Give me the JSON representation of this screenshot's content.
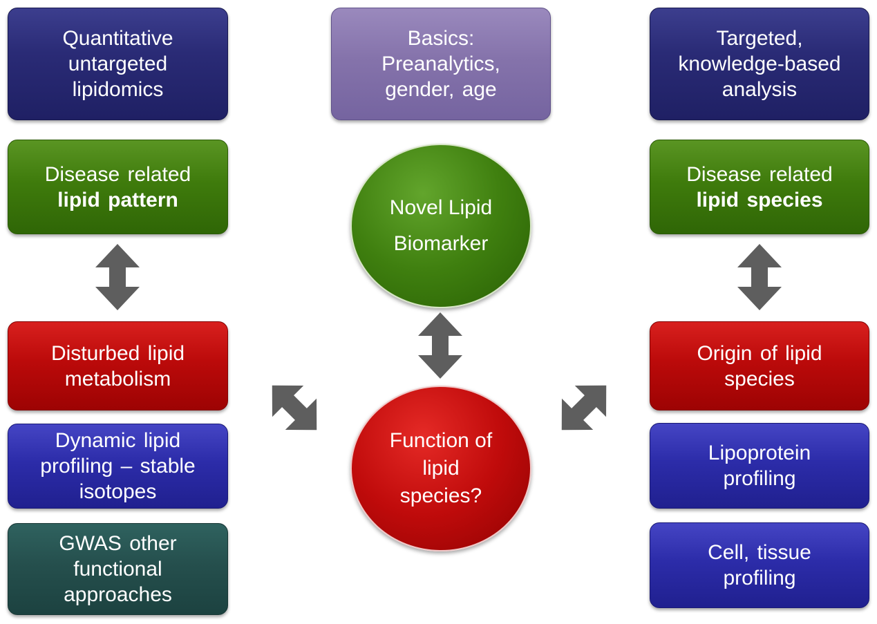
{
  "left_column": {
    "untargeted": [
      "Quantitative",
      "untargeted",
      "lipidomics"
    ],
    "pattern": [
      "Disease related",
      "lipid pattern"
    ],
    "metabolism": [
      "Disturbed lipid",
      "metabolism"
    ],
    "dynamic": [
      "Dynamic lipid",
      "profiling – stable",
      "isotopes"
    ],
    "gwas": [
      "GWAS other",
      "functional",
      "approaches"
    ]
  },
  "center_column": {
    "basics": [
      "Basics:",
      "Preanalytics,",
      "gender, age"
    ],
    "biomarker": [
      "Novel Lipid",
      "Biomarker"
    ],
    "function": [
      "Function of",
      "lipid",
      "species?"
    ]
  },
  "right_column": {
    "targeted": [
      "Targeted,",
      "knowledge-based",
      "analysis"
    ],
    "species": [
      "Disease related",
      "lipid species"
    ],
    "origin": [
      "Origin of lipid",
      "species"
    ],
    "lipoprotein": [
      "Lipoprotein",
      "profiling"
    ],
    "cell": [
      "Cell, tissue",
      "profiling"
    ]
  },
  "colors": {
    "navy": "#2a2b76",
    "purple": "#8573ab",
    "green": "#3f7b0c",
    "red": "#bb0a0a",
    "blue": "#2c2ca9",
    "teal": "#254f4d",
    "arrow": "#5e5e5e"
  }
}
